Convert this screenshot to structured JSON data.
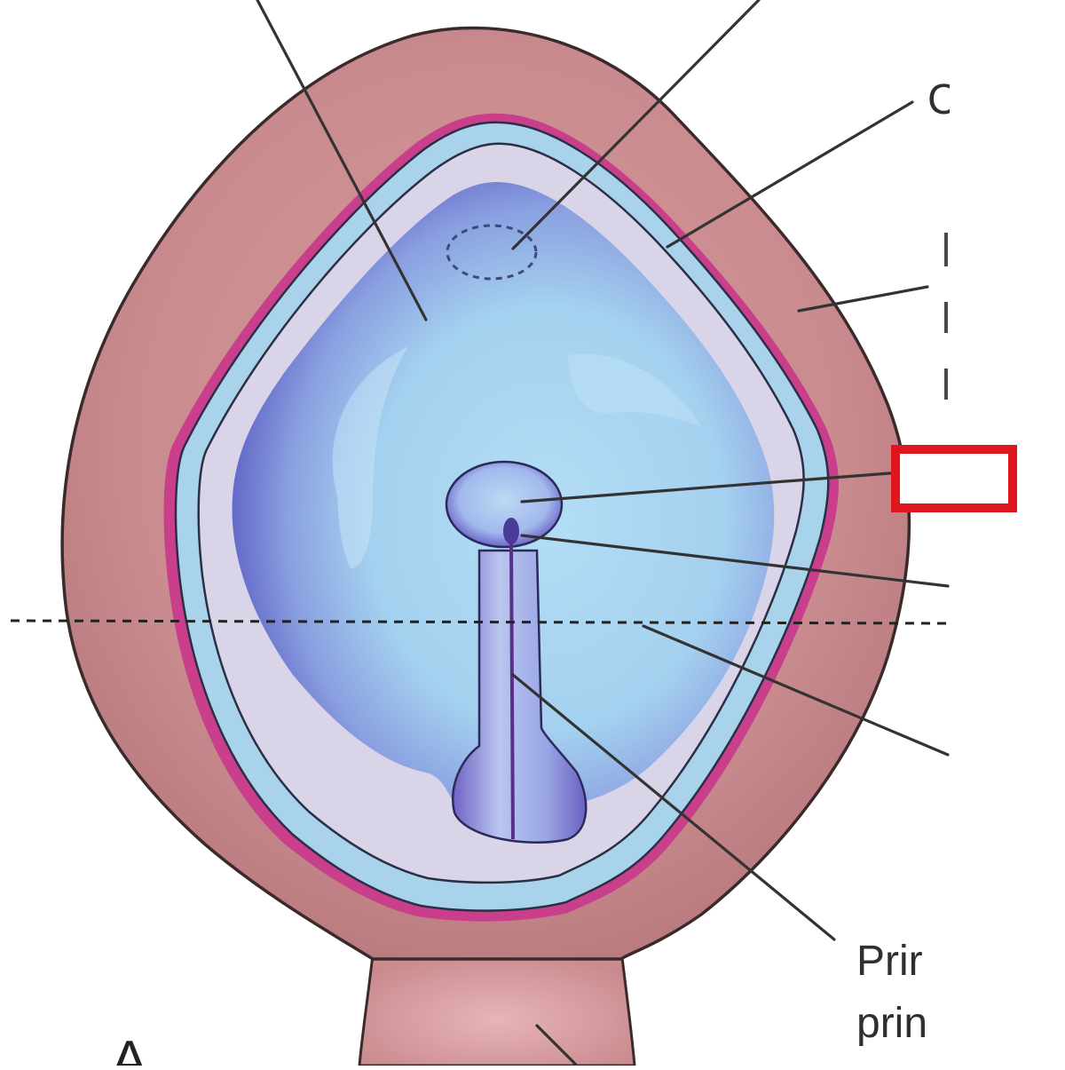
{
  "labels": {
    "partial_label_1": "C",
    "partial_label_2": "Prir",
    "partial_label_3": "prin",
    "panel_letter": "A"
  },
  "highlight_box": {
    "color": "#e0161e",
    "text": ""
  },
  "colors": {
    "outer_tissue": "#c98b8e",
    "outer_tissue_edge": "#3a2a2c",
    "inner_membrane": "#c93f8c",
    "light_band": "#d8d4e6",
    "blue_band": "#a9d3ea",
    "cavity_light": "#a9d6f1",
    "cavity_dark": "#5c5fc4",
    "leader_line": "#333333"
  }
}
